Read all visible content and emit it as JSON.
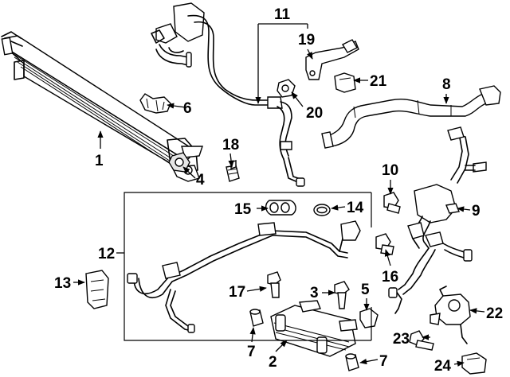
{
  "diagram": {
    "callouts": [
      "1",
      "2",
      "3",
      "4",
      "5",
      "6",
      "7",
      "7",
      "8",
      "9",
      "10",
      "11",
      "12",
      "13",
      "14",
      "15",
      "16",
      "17",
      "18",
      "19",
      "20",
      "21",
      "22",
      "23",
      "24"
    ]
  }
}
